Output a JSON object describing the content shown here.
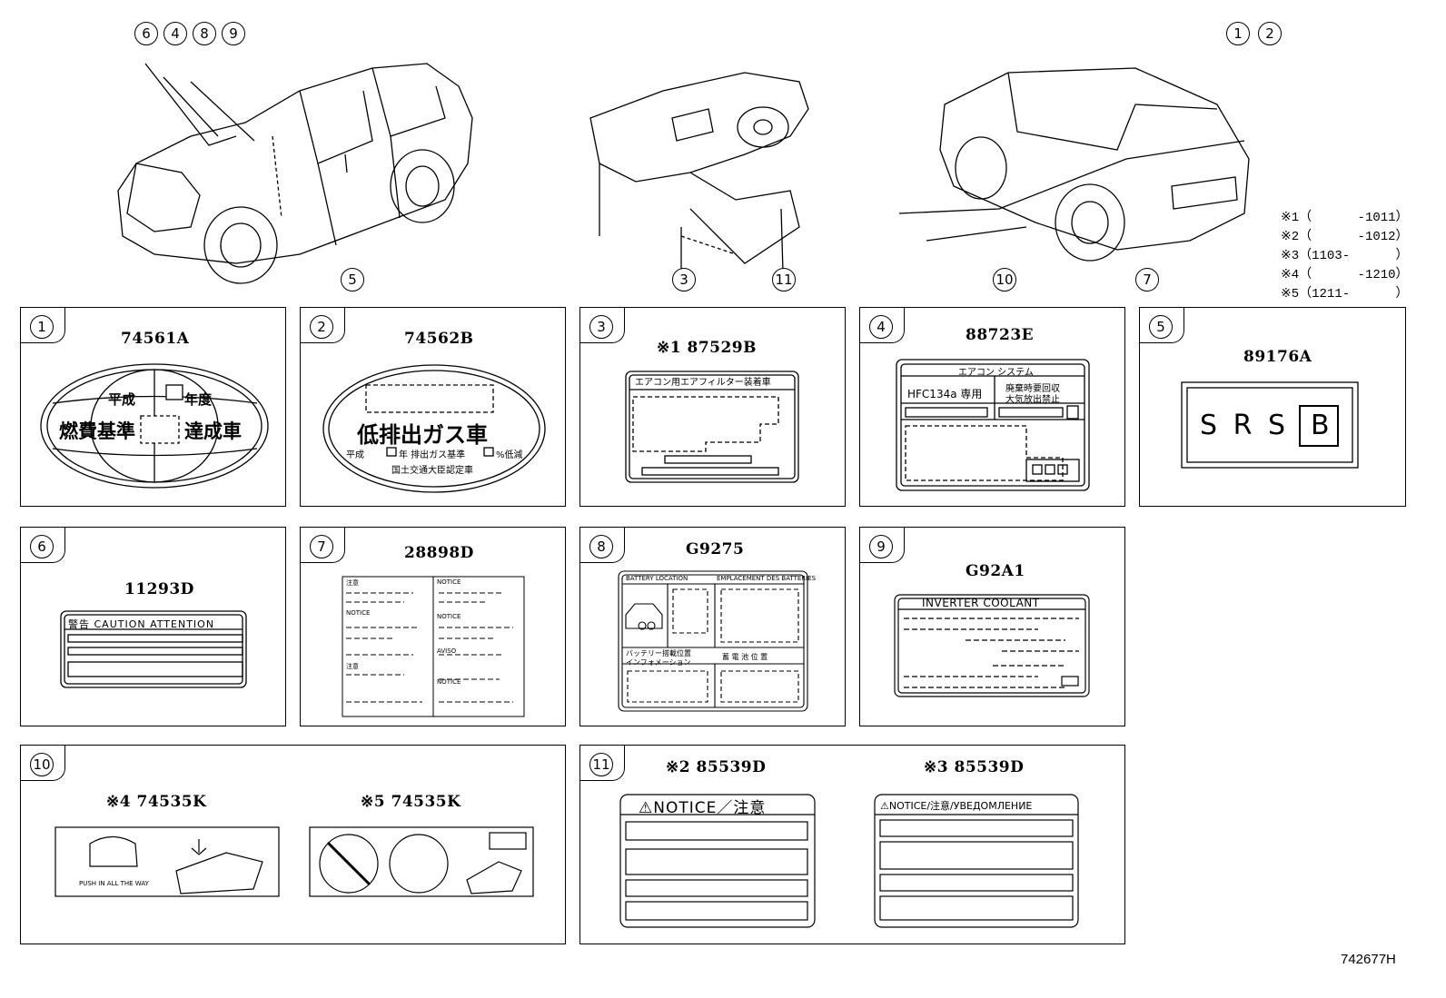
{
  "callouts_top": [
    "6",
    "4",
    "8",
    "9",
    "5",
    "3",
    "11",
    "1",
    "2",
    "10",
    "7"
  ],
  "notes": [
    "※1（      -1011）",
    "※2（      -1012）",
    "※3（1103-      ）",
    "※4（      -1210）",
    "※5（1211-      ）"
  ],
  "panels": [
    {
      "num": "1",
      "part": "74561A",
      "label_lines": [
        "平成",
        "年度",
        "燃費基準",
        "達成車"
      ]
    },
    {
      "num": "2",
      "part": "74562B",
      "label_lines": [
        "低排出ガス車",
        "平成",
        "年 排出ガス基準",
        "%低減",
        "国土交通大臣認定車"
      ]
    },
    {
      "num": "3",
      "part": "※1 87529B",
      "label_lines": [
        "エアコン用エアフィルター装着車"
      ]
    },
    {
      "num": "4",
      "part": "88723E",
      "label_lines": [
        "エアコン システム",
        "HFC134a 専用",
        "廃棄時要回収",
        "大気放出禁止"
      ]
    },
    {
      "num": "5",
      "part": "89176A",
      "label_lines": [
        "S R S",
        "B"
      ]
    },
    {
      "num": "6",
      "part": "11293D",
      "label_lines": [
        "警告 CAUTION ATTENTION"
      ]
    },
    {
      "num": "7",
      "part": "28898D",
      "label_lines": [
        "注意",
        "NOTICE",
        "NOTICE",
        "NOTICE",
        "AVISO",
        "注意",
        "NOTICE"
      ]
    },
    {
      "num": "8",
      "part": "G9275",
      "label_lines": [
        "BATTERY LOCATION",
        "EMPLACEMENT DES BATTERIES",
        "バッテリー搭載位置",
        "インフォメーション",
        "蓄 電 池 位 置"
      ]
    },
    {
      "num": "9",
      "part": "G92A1",
      "label_lines": [
        "INVERTER COOLANT"
      ]
    },
    {
      "num": "10",
      "parts": [
        "※4 74535K",
        "※5 74535K"
      ],
      "label_lines": [
        "PUSH IN ALL THE WAY"
      ]
    },
    {
      "num": "11",
      "parts": [
        "※2 85539D",
        "※3 85539D"
      ],
      "label_lines": [
        "⚠NOTICE／注意",
        "⚠NOTICE/注意/УВЕДОМЛЕНИЕ"
      ]
    }
  ],
  "diagram_id": "742677H"
}
